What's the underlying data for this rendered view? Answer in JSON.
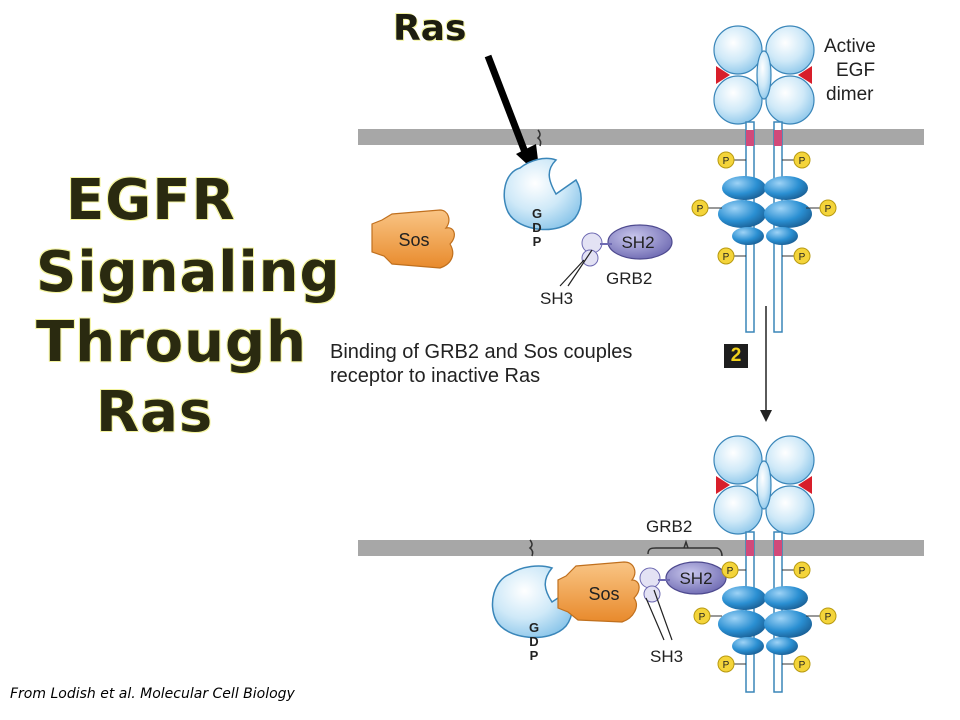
{
  "title": {
    "line1": "EGFR",
    "line2": "Signaling",
    "line3": "Through",
    "line4": "Ras"
  },
  "pointer_label": "Ras",
  "credit": "From Lodish et al. Molecular Cell Biology",
  "step": {
    "number": "2",
    "text_line1": "Binding of GRB2 and Sos  couples",
    "text_line2": "receptor to inactive Ras"
  },
  "top_panel": {
    "receptor_label_line1": "Active",
    "receptor_label_line2": "EGF",
    "receptor_label_line3": "dimer",
    "sos": "Sos",
    "gdp": [
      "G",
      "D",
      "P"
    ],
    "sh2": "SH2",
    "grb2": "GRB2",
    "sh3": "SH3",
    "phospho": "P"
  },
  "bottom_panel": {
    "grb2": "GRB2",
    "sos": "Sos",
    "sh2": "SH2",
    "sh3": "SH3",
    "gdp": [
      "G",
      "D",
      "P"
    ],
    "phospho": "P"
  },
  "colors": {
    "membrane": "#a7a7a7",
    "receptor_light": "#cfe9f8",
    "receptor_outline": "#3a86b9",
    "kinase": "#2a8fd2",
    "egf": "#d81e2a",
    "sos": "#f5a44a",
    "grb2": "#8b87c6",
    "phosphate": "#f4d43a",
    "gdp_text": "#2a88c9"
  }
}
